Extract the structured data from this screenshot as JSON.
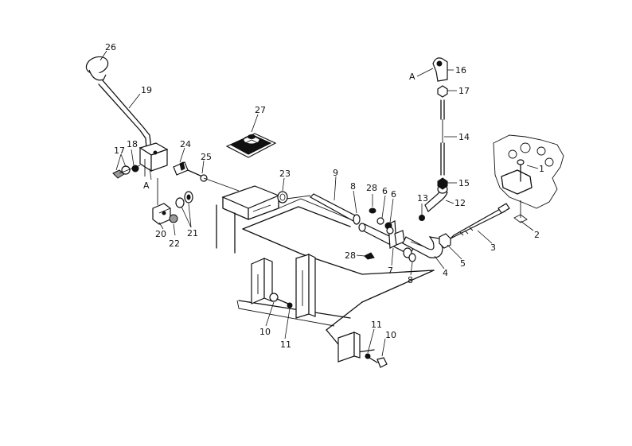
{
  "callouts": {
    "c26": "26",
    "c19": "19",
    "c17a": "17",
    "c18": "18",
    "cAa": "A",
    "c24": "24",
    "c25": "25",
    "c20": "20",
    "c21": "21",
    "c22": "22",
    "c27": "27",
    "c23": "23",
    "c9": "9",
    "c8a": "8",
    "c28a": "28",
    "c6a": "6",
    "c6b": "6",
    "c28b": "28",
    "c7": "7",
    "c8b": "8",
    "c13": "13",
    "c12": "12",
    "c4": "4",
    "c5": "5",
    "c3": "3",
    "c2": "2",
    "c1": "1",
    "cAb": "A",
    "c16": "16",
    "c17b": "17",
    "c14": "14",
    "c15": "15",
    "c10a": "10",
    "c11a": "11",
    "c11b": "11",
    "c10b": "10"
  }
}
